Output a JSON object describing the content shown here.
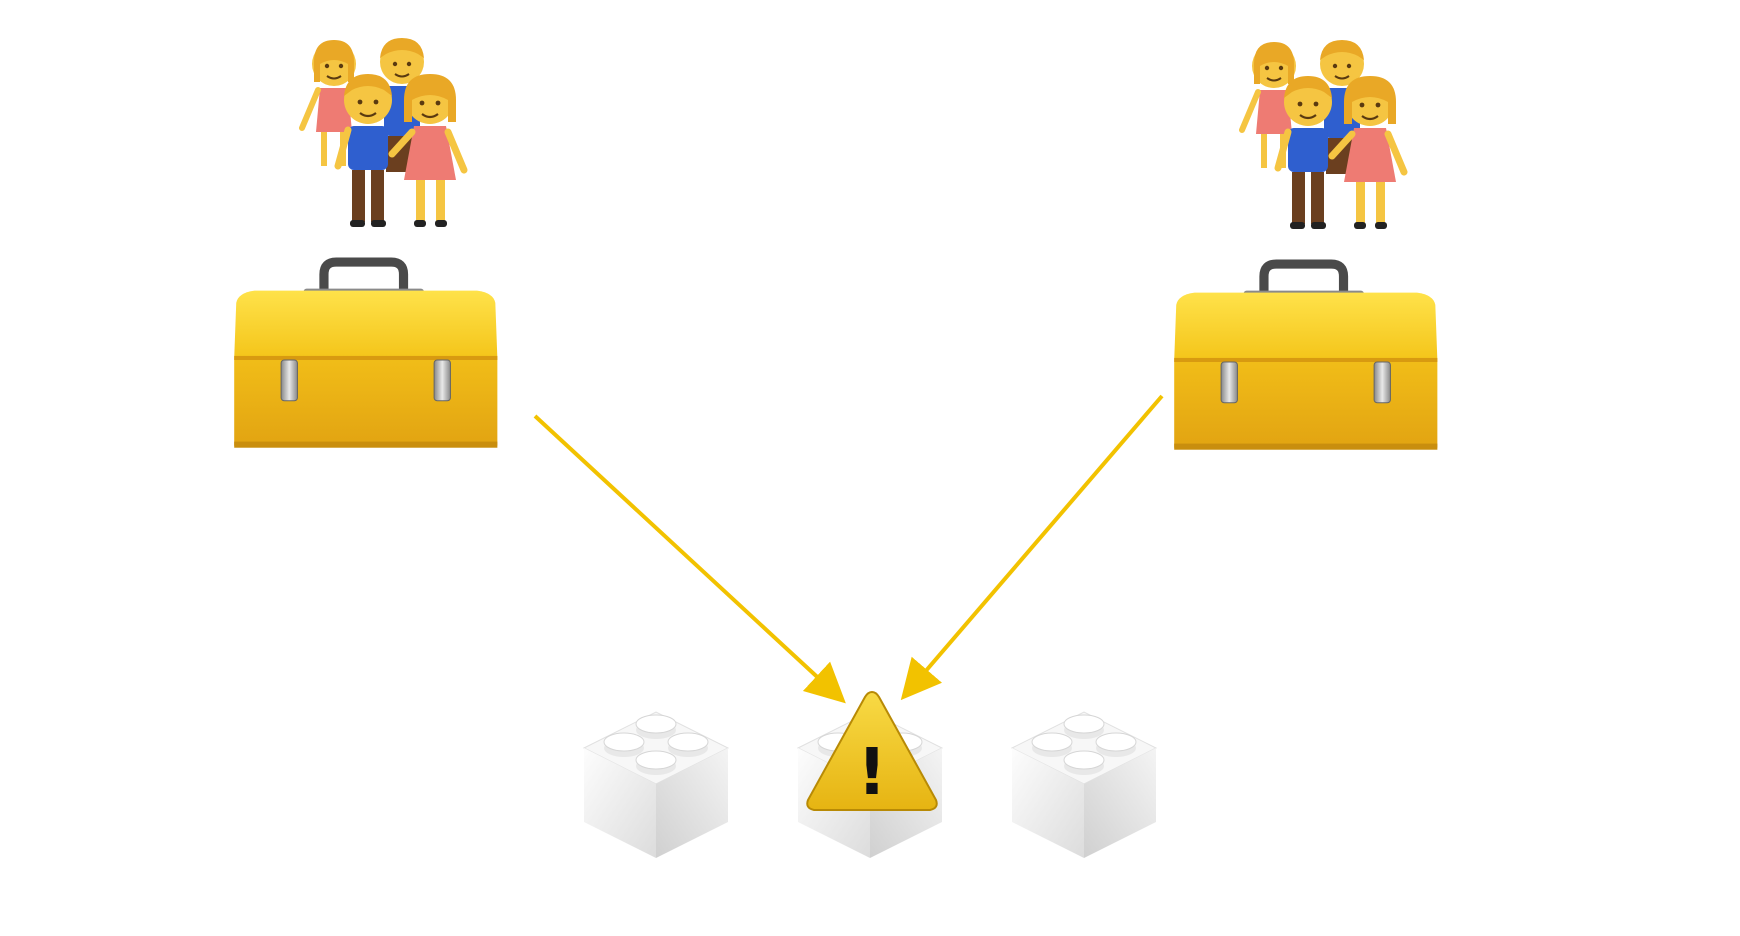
{
  "diagram": {
    "groups": [
      {
        "id": "left",
        "icon": "family-icon",
        "container_icon": "toolbox-icon"
      },
      {
        "id": "right",
        "icon": "family-icon",
        "container_icon": "toolbox-icon"
      }
    ],
    "modules": [
      {
        "id": "module-1",
        "icon": "lego-brick-icon",
        "state": "normal"
      },
      {
        "id": "module-2",
        "icon": "lego-brick-icon",
        "state": "warning",
        "badge_icon": "warning-triangle-icon",
        "badge_text": "!"
      },
      {
        "id": "module-3",
        "icon": "lego-brick-icon",
        "state": "normal"
      }
    ],
    "connections": [
      {
        "from": "left",
        "to": "module-2"
      },
      {
        "from": "right",
        "to": "module-2"
      }
    ],
    "colors": {
      "arrow": "#f2c200",
      "toolbox": "#f0bf1a",
      "warning": "#f1c518",
      "brick": "#f2f2f2"
    }
  }
}
